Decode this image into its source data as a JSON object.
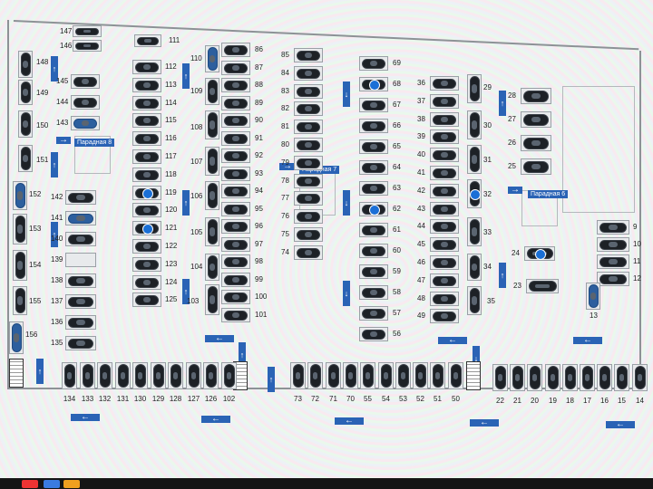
{
  "labels": {
    "entrance_8": "Парадная 8",
    "entrance_7": "Парадная 7",
    "entrance_6": "Парадная 6"
  },
  "colors": {
    "accent": "#2a63b5",
    "car": "#1d2126",
    "car_blue": "#2d5f9e",
    "handicap_badge": "#1a6fd6"
  },
  "columns": [
    {
      "slots": [
        {
          "n": "147"
        },
        {
          "n": "146"
        }
      ]
    },
    {
      "slots": [
        {
          "n": "111"
        }
      ]
    },
    {
      "slots": [
        {
          "n": "145"
        },
        {
          "n": "144"
        },
        {
          "n": "143",
          "car": "blue"
        }
      ]
    },
    {
      "slots": [
        {
          "n": "112"
        },
        {
          "n": "113"
        },
        {
          "n": "114"
        },
        {
          "n": "115"
        },
        {
          "n": "116"
        },
        {
          "n": "117"
        },
        {
          "n": "118"
        },
        {
          "n": "119",
          "hc": true
        },
        {
          "n": "120"
        },
        {
          "n": "121",
          "hc": true
        },
        {
          "n": "122"
        },
        {
          "n": "123"
        },
        {
          "n": "124"
        },
        {
          "n": "125"
        }
      ]
    },
    {
      "slots": [
        {
          "n": "86"
        },
        {
          "n": "87"
        },
        {
          "n": "88"
        },
        {
          "n": "89"
        },
        {
          "n": "90"
        },
        {
          "n": "91"
        },
        {
          "n": "92"
        },
        {
          "n": "93"
        },
        {
          "n": "94"
        },
        {
          "n": "95"
        },
        {
          "n": "96"
        },
        {
          "n": "97"
        },
        {
          "n": "98"
        },
        {
          "n": "99"
        },
        {
          "n": "100"
        },
        {
          "n": "101"
        }
      ]
    },
    {
      "slots": [
        {
          "n": "85"
        },
        {
          "n": "84"
        },
        {
          "n": "83"
        },
        {
          "n": "82"
        },
        {
          "n": "81"
        },
        {
          "n": "80"
        },
        {
          "n": "79"
        },
        {
          "n": "78"
        },
        {
          "n": "77"
        },
        {
          "n": "76"
        },
        {
          "n": "75"
        },
        {
          "n": "74"
        }
      ]
    },
    {
      "slots": [
        {
          "n": "69"
        },
        {
          "n": "68",
          "hc": true
        },
        {
          "n": "67"
        },
        {
          "n": "66"
        },
        {
          "n": "65"
        },
        {
          "n": "64"
        },
        {
          "n": "63"
        },
        {
          "n": "62",
          "hc": true
        },
        {
          "n": "61"
        },
        {
          "n": "60"
        },
        {
          "n": "59"
        },
        {
          "n": "58"
        },
        {
          "n": "57"
        },
        {
          "n": "56"
        }
      ]
    },
    {
      "slots": [
        {
          "n": "36"
        },
        {
          "n": "37"
        },
        {
          "n": "38"
        },
        {
          "n": "39"
        },
        {
          "n": "40"
        },
        {
          "n": "41"
        },
        {
          "n": "42"
        },
        {
          "n": "43"
        },
        {
          "n": "44"
        },
        {
          "n": "45"
        },
        {
          "n": "46"
        },
        {
          "n": "47"
        },
        {
          "n": "48"
        },
        {
          "n": "49"
        }
      ]
    },
    {
      "slots": [
        {
          "n": "28"
        },
        {
          "n": "27"
        },
        {
          "n": "26"
        },
        {
          "n": "25"
        }
      ]
    },
    {
      "slots": [
        {
          "n": "142"
        },
        {
          "n": "141",
          "car": "blue"
        },
        {
          "n": "140"
        },
        {
          "n": "139",
          "car": "none"
        },
        {
          "n": "138"
        },
        {
          "n": "137"
        },
        {
          "n": "136"
        },
        {
          "n": "135"
        }
      ]
    },
    {
      "slots": [
        {
          "n": "9"
        },
        {
          "n": "10"
        },
        {
          "n": "11"
        },
        {
          "n": "12"
        }
      ]
    }
  ],
  "vertical_slots": [
    {
      "n": "148"
    },
    {
      "n": "149"
    },
    {
      "n": "150"
    },
    {
      "n": "151"
    },
    {
      "n": "152",
      "car": "blue"
    },
    {
      "n": "153"
    },
    {
      "n": "154"
    },
    {
      "n": "155"
    },
    {
      "n": "156",
      "car": "blue"
    },
    {
      "n": "110",
      "car": "blue"
    },
    {
      "n": "109"
    },
    {
      "n": "108"
    },
    {
      "n": "107"
    },
    {
      "n": "106"
    },
    {
      "n": "105"
    },
    {
      "n": "104"
    },
    {
      "n": "103"
    },
    {
      "n": "29"
    },
    {
      "n": "30"
    },
    {
      "n": "31"
    },
    {
      "n": "32",
      "hc": true
    },
    {
      "n": "33"
    },
    {
      "n": "34"
    },
    {
      "n": "35"
    },
    {
      "n": "24",
      "hc": true
    },
    {
      "n": "23"
    },
    {
      "n": "13",
      "car": "blue"
    }
  ],
  "bottom_row_left": [
    "134",
    "133",
    "132",
    "131",
    "130",
    "129",
    "128",
    "127",
    "126",
    "102"
  ],
  "bottom_row_mid": [
    "73",
    "72",
    "71",
    "70",
    "55",
    "54",
    "53",
    "52",
    "51",
    "50"
  ],
  "bottom_row_right": [
    "22",
    "21",
    "20",
    "19",
    "18",
    "17",
    "16",
    "15",
    "14"
  ]
}
